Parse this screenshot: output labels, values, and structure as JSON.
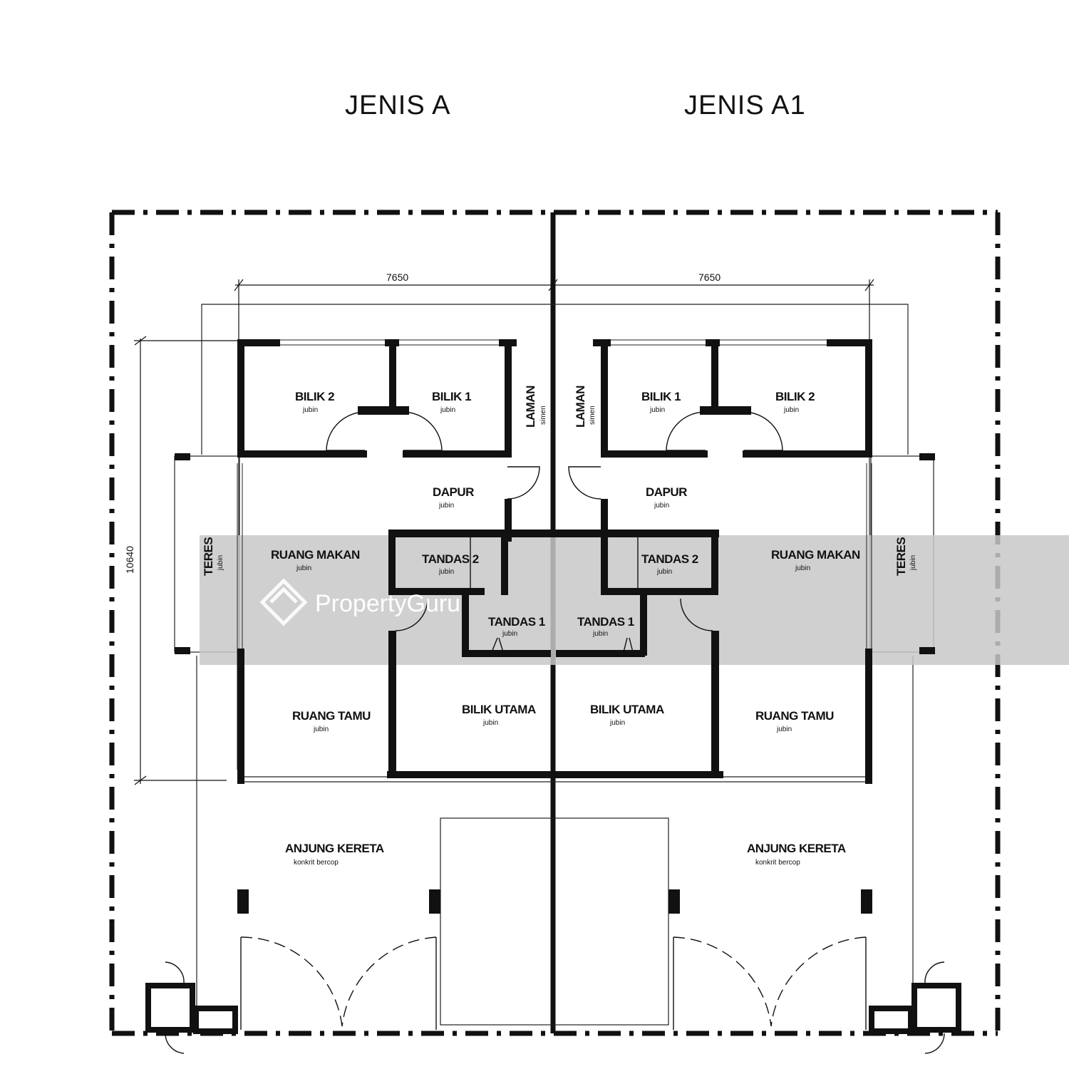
{
  "titles": {
    "left": "JENIS  A",
    "right": "JENIS  A1"
  },
  "dimensions": {
    "width_left": "7650",
    "width_right": "7650",
    "depth": "10640"
  },
  "unit_a": {
    "bilik2": {
      "name": "BILIK 2",
      "finish": "jubin"
    },
    "bilik1": {
      "name": "BILIK 1",
      "finish": "jubin"
    },
    "laman": {
      "name": "LAMAN",
      "finish": "simen"
    },
    "dapur": {
      "name": "DAPUR",
      "finish": "jubin"
    },
    "ruang_makan": {
      "name": "RUANG MAKAN",
      "finish": "jubin"
    },
    "tandas2": {
      "name": "TANDAS 2",
      "finish": "jubin"
    },
    "tandas1": {
      "name": "TANDAS 1",
      "finish": "jubin"
    },
    "teres": {
      "name": "TERES",
      "finish": "jubin"
    },
    "ruang_tamu": {
      "name": "RUANG TAMU",
      "finish": "jubin"
    },
    "bilik_utama": {
      "name": "BILIK UTAMA",
      "finish": "jubin"
    },
    "anjung": {
      "name": "ANJUNG KERETA",
      "finish": "konkrit bercop"
    }
  },
  "unit_a1": {
    "bilik1": {
      "name": "BILIK 1",
      "finish": "jubin"
    },
    "bilik2": {
      "name": "BILIK 2",
      "finish": "jubin"
    },
    "laman": {
      "name": "LAMAN",
      "finish": "simen"
    },
    "dapur": {
      "name": "DAPUR",
      "finish": "jubin"
    },
    "ruang_makan": {
      "name": "RUANG MAKAN",
      "finish": "jubin"
    },
    "tandas2": {
      "name": "TANDAS 2",
      "finish": "jubin"
    },
    "tandas1": {
      "name": "TANDAS 1",
      "finish": "jubin"
    },
    "teres": {
      "name": "TERES",
      "finish": "jubin"
    },
    "ruang_tamu": {
      "name": "RUANG TAMU",
      "finish": "jubin"
    },
    "bilik_utama": {
      "name": "BILIK UTAMA",
      "finish": "jubin"
    },
    "anjung": {
      "name": "ANJUNG KERETA",
      "finish": "konkrit bercop"
    }
  },
  "watermark": {
    "text": "PropertyGuru"
  }
}
